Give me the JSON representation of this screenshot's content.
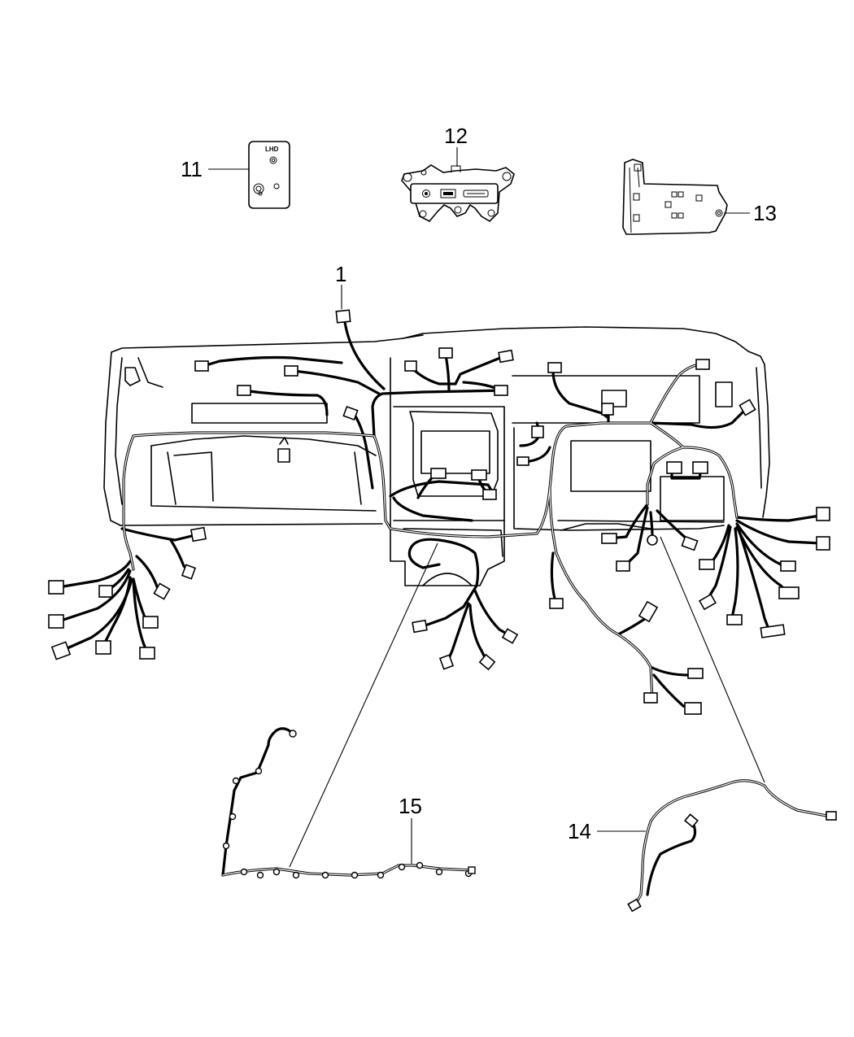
{
  "callouts": [
    {
      "id": "1",
      "label": "1"
    },
    {
      "id": "11",
      "label": "11"
    },
    {
      "id": "12",
      "label": "12"
    },
    {
      "id": "13",
      "label": "13"
    },
    {
      "id": "14",
      "label": "14"
    },
    {
      "id": "15",
      "label": "15"
    }
  ],
  "part_11": {
    "marking": "LHD"
  }
}
